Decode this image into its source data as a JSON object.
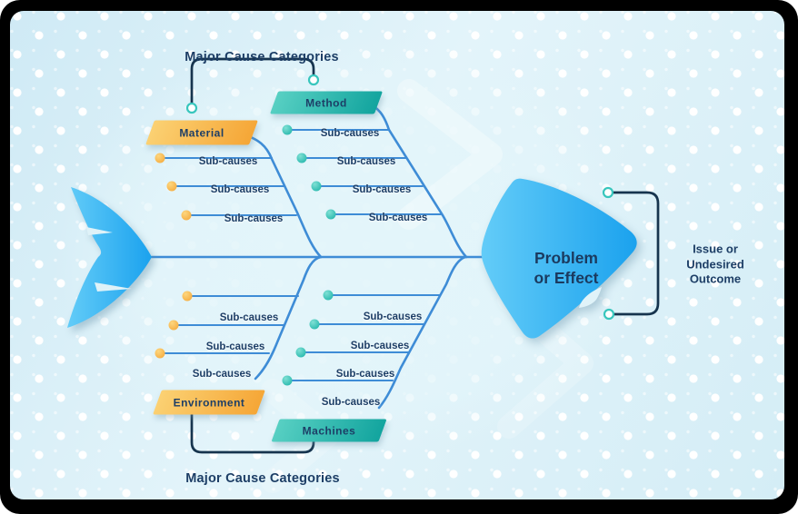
{
  "diagram": {
    "type": "fishbone-cause-effect",
    "head": {
      "label_line1": "Problem",
      "label_line2": "or Effect"
    },
    "outcome_label": {
      "line1": "Issue or",
      "line2": "Undesired",
      "line3": "Outcome"
    },
    "annotations": {
      "top": "Major Cause Categories",
      "bottom": "Major Cause Categories"
    },
    "branches": {
      "material": {
        "label": "Material",
        "color_theme": "orange",
        "subcauses": [
          "Sub-causes",
          "Sub-causes",
          "Sub-causes"
        ]
      },
      "method": {
        "label": "Method",
        "color_theme": "teal",
        "subcauses": [
          "Sub-causes",
          "Sub-causes",
          "Sub-causes",
          "Sub-causes"
        ]
      },
      "environment": {
        "label": "Environment",
        "color_theme": "orange",
        "subcauses": [
          "Sub-causes",
          "Sub-causes",
          "Sub-causes"
        ]
      },
      "machines": {
        "label": "Machines",
        "color_theme": "teal",
        "subcauses": [
          "Sub-causes",
          "Sub-causes",
          "Sub-causes",
          "Sub-causes"
        ]
      }
    },
    "colors": {
      "line_blue": "#3e8cd6",
      "bracket_navy": "#16344e",
      "text_navy": "#1d3e66",
      "orange_gradient_start": "#fbd173",
      "orange_gradient_end": "#f5a636",
      "teal_gradient_start": "#58d0c3",
      "teal_gradient_end": "#12a49e",
      "fish_blue_light": "#5fcaf7",
      "fish_blue_deep": "#1ea5ef",
      "panel_background": "#d8eff7"
    }
  }
}
